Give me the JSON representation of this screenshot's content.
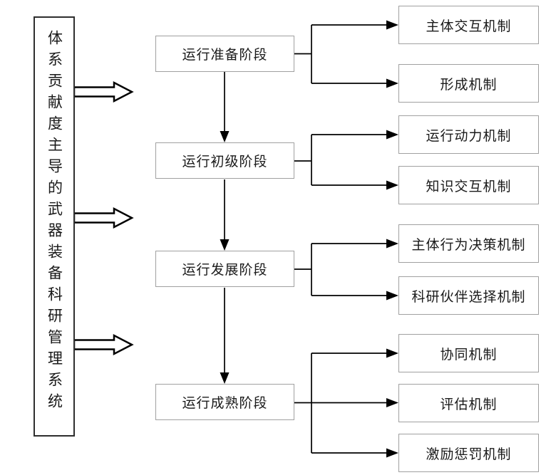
{
  "diagram": {
    "title": "体系贡献度主导的武器装备科研管理系统",
    "stages": [
      {
        "label": "运行准备阶段",
        "mechanisms": [
          "主体交互机制",
          "形成机制"
        ]
      },
      {
        "label": "运行初级阶段",
        "mechanisms": [
          "运行动力机制",
          "知识交互机制"
        ]
      },
      {
        "label": "运行发展阶段",
        "mechanisms": [
          "主体行为决策机制",
          "科研伙伴选择机制"
        ]
      },
      {
        "label": "运行成熟阶段",
        "mechanisms": [
          "协同机制",
          "评估机制",
          "激励惩罚机制"
        ]
      }
    ],
    "colors": {
      "background": "#ffffff",
      "text": "#1a1a1a",
      "connector_line": "#000000",
      "box_border": "#a0a0a0",
      "title_box_border": "#2e2e2e"
    }
  }
}
